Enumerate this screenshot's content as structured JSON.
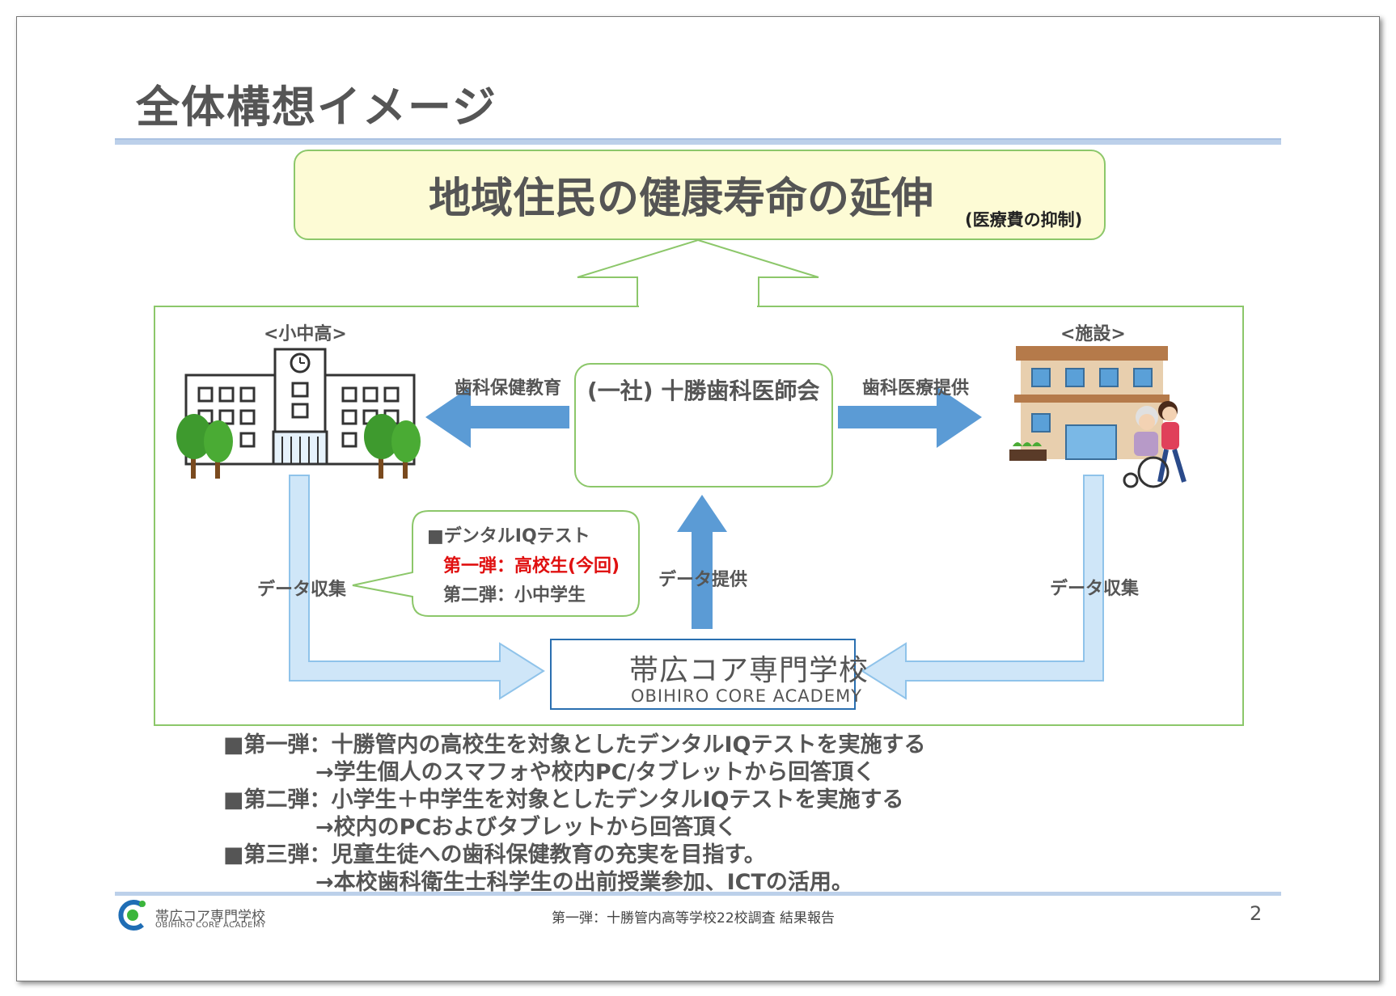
{
  "title": "全体構想イメージ",
  "goal": {
    "main": "地域住民の健康寿命の延伸",
    "sub": "(医療費の抑制)"
  },
  "school": {
    "label": "<小中高>"
  },
  "facility": {
    "label": "<施設>"
  },
  "association": {
    "name": "(一社) 十勝歯科医師会"
  },
  "arrows": {
    "to_school": "歯科保健教育",
    "to_facility": "歯科医療提供",
    "data_collect_left": "データ収集",
    "data_provide": "データ提供",
    "data_collect_right": "データ収集"
  },
  "bubble": {
    "heading": "■デンタルIQテスト",
    "phase1": "第一弾：高校生(今回)",
    "phase2": "第二弾：小中学生"
  },
  "academy": {
    "name_jp": "帯広コア専門学校",
    "name_en": "OBIHIRO CORE ACADEMY"
  },
  "bullets": [
    "■第一弾：十勝管内の高校生を対象としたデンタルIQテストを実施する",
    "→学生個人のスマフォや校内PC/タブレットから回答頂く",
    "■第二弾：小学生＋中学生を対象としたデンタルIQテストを実施する",
    "→校内のPCおよびタブレットから回答頂く",
    "■第三弾：児童生徒への歯科保健教育の充実を目指す。",
    "→本校歯科衛生士科学生の出前授業参加、ICTの活用。"
  ],
  "footer": {
    "logo_jp": "帯広コア専門学校",
    "logo_en": "OBIHIRO CORE ACADEMY",
    "text": "第一弾：十勝管内高等学校22校調査 結果報告",
    "page": "2"
  },
  "colors": {
    "green_border": "#8cc76a",
    "arrow_blue": "#5b9bd5",
    "light_arrow": "#cfe6f8",
    "goal_fill": "#fdfbd5",
    "highlight_red": "#e01010",
    "logo_blue": "#1f6db5",
    "logo_green": "#3bb53b"
  }
}
